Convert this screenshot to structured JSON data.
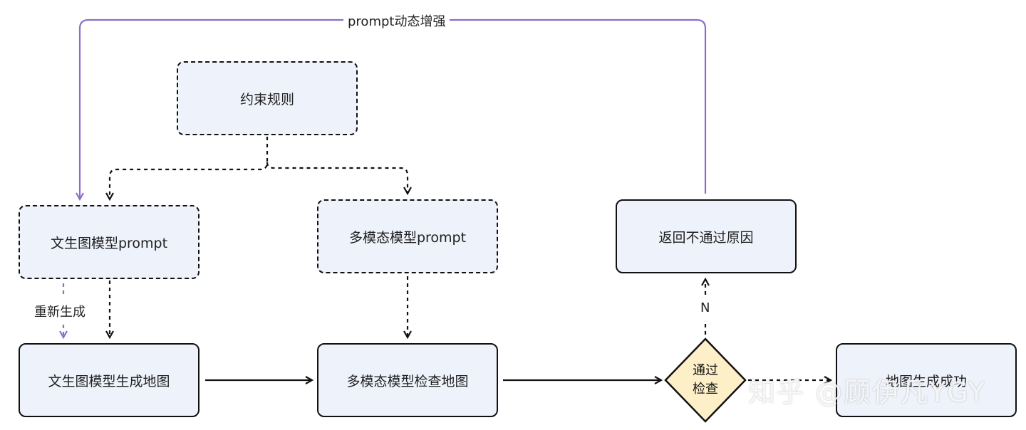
{
  "top_loop_label": "prompt动态增强",
  "nodes": {
    "constraints": "约束规则",
    "t2i_prompt": "文生图模型prompt",
    "mm_prompt": "多模态模型prompt",
    "return_reason": "返回不通过原因",
    "t2i_generate": "文生图模型生成地图",
    "mm_check": "多模态模型检查地图",
    "success": "地图生成成功"
  },
  "decision": {
    "line1": "通过",
    "line2": "检查"
  },
  "edge_labels": {
    "regenerate": "重新生成",
    "no": "N"
  },
  "watermark": "知乎 @顾伊凡YGY",
  "colors": {
    "node_fill": "#eef2fb",
    "decision_fill": "#fdf0c8",
    "loop_edge": "#8b6fc4",
    "edge": "#111111"
  }
}
